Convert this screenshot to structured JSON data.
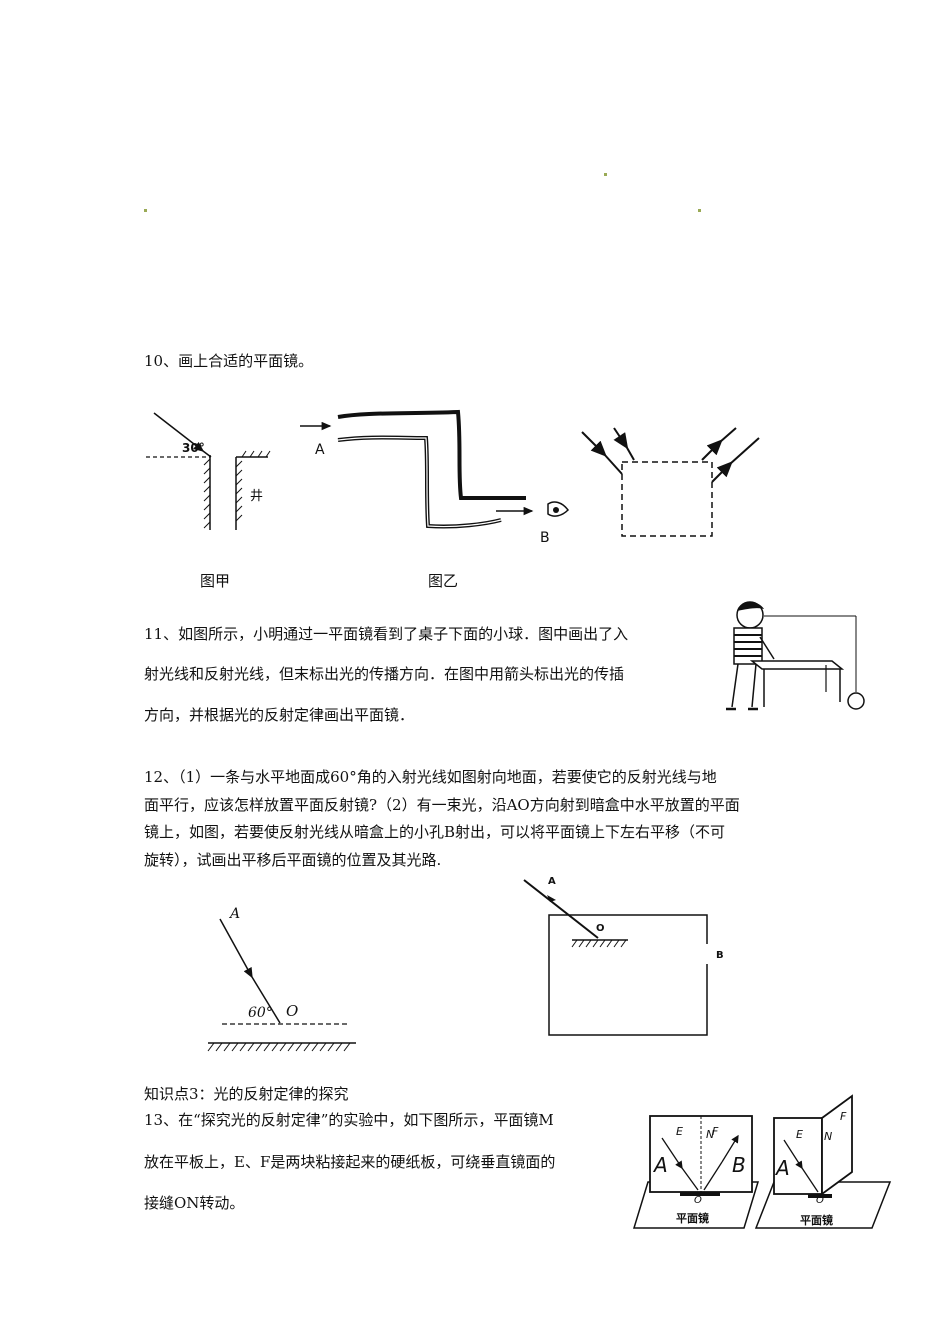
{
  "q10": {
    "text": "10、画上合适的平面镜。",
    "fig_jia_caption": "图甲",
    "fig_yi_caption": "图乙",
    "angle_label": "30°",
    "well_label": "井",
    "label_a": "A",
    "label_b": "B"
  },
  "q11": {
    "line1": "11、如图所示，小明通过一平面镜看到了桌子下面的小球．图中画出了入",
    "line2": "射光线和反射光线，但末标出光的传播方向．在图中用箭头标出光的传插",
    "line3": "方向，并根据光的反射定律画出平面镜．"
  },
  "q12": {
    "line1": "12、（1）一条与水平地面成60°角的入射光线如图射向地面，若要使它的反射光线与地",
    "line2": "面平行，应该怎样放置平面反射镜?（2）有一束光，沿AO方向射到暗盒中水平放置的平面",
    "line3": "镜上，如图，若要使反射光线从暗盒上的小孔B射出，可以将平面镜上下左右平移（不可",
    "line4": "旋转），试画出平移后平面镜的位置及其光路.",
    "fig1_a": "A",
    "fig1_angle": "60°",
    "fig1_o": "O",
    "fig2_a": "A",
    "fig2_o": "O",
    "fig2_b": "B"
  },
  "section3": {
    "title": "知识点3：光的反射定律的探究"
  },
  "q13": {
    "line1": "13、在“探究光的反射定律”的实验中，如下图所示，平面镜M",
    "line2": "放在平板上，E、F是两块粘接起来的硬纸板，可绕垂直镜面的",
    "line3": "接缝ON转动。",
    "fig_e": "E",
    "fig_n": "N",
    "fig_f": "F",
    "fig_a": "A",
    "fig_b": "B",
    "fig_o": "O",
    "fig_mirror": "平面镜",
    "fig2_e": "E",
    "fig2_n": "N",
    "fig2_f": "F",
    "fig2_a": "A",
    "fig2_o": "O",
    "fig2_mirror": "平面镜"
  }
}
